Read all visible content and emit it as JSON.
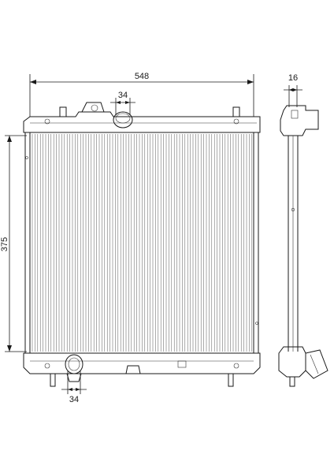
{
  "dimensions": {
    "width_label": "548",
    "height_label": "375",
    "inlet_label": "34",
    "outlet_label": "34",
    "depth_label": "16"
  },
  "colors": {
    "line": "#1a1a1a",
    "fin": "#555555",
    "background": "#ffffff"
  }
}
